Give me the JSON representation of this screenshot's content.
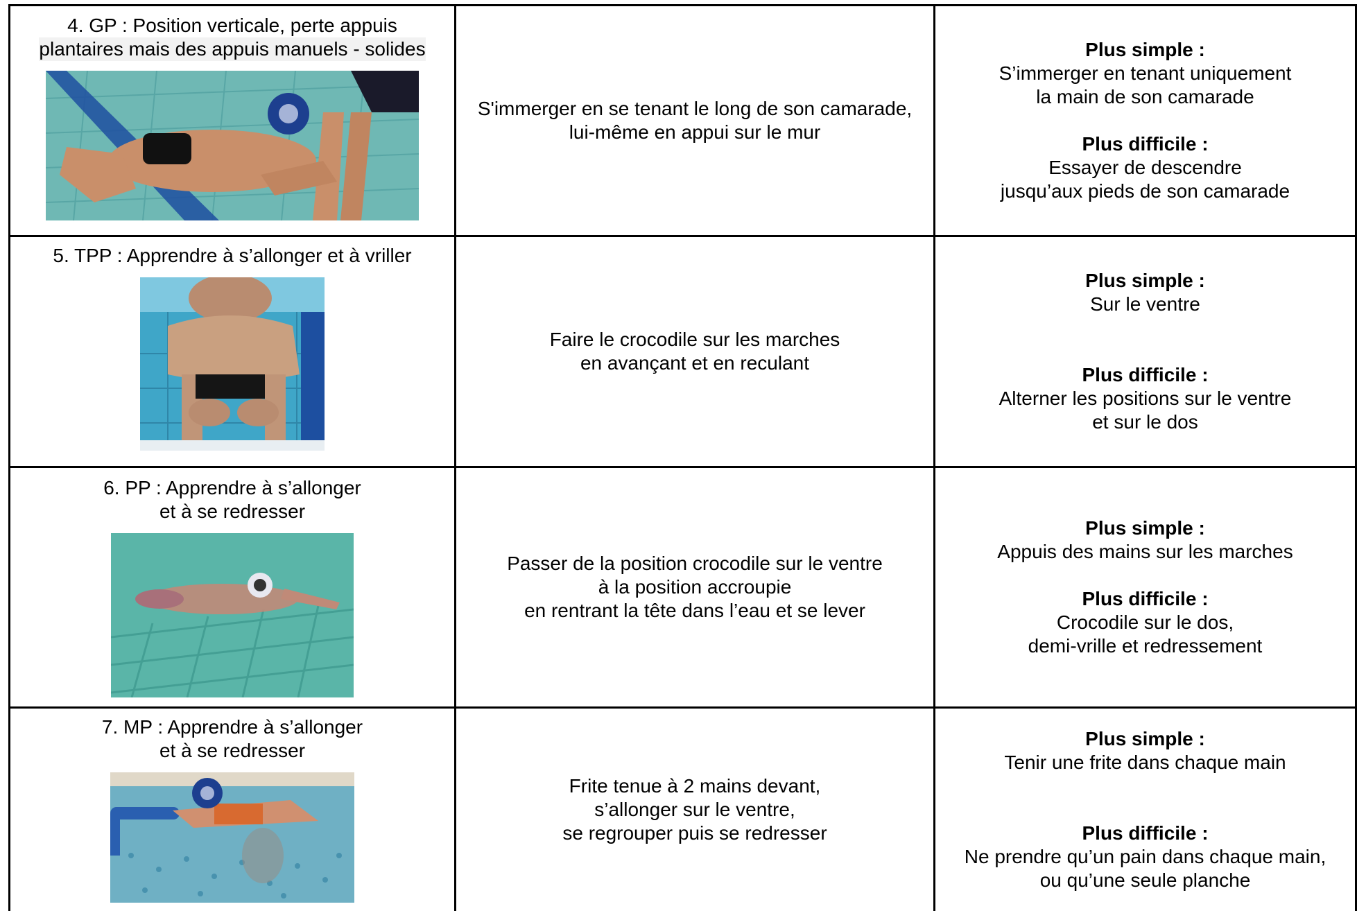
{
  "rows": [
    {
      "title": [
        "4. GP : Position verticale, perte appuis",
        "plantaires mais des appuis manuels - solides"
      ],
      "image_alt": "photo-swimmer-holding-partner-legs",
      "exercise": [
        "S'immerger en se tenant le long de son camarade,",
        "lui-même en appui sur le mur"
      ],
      "simpler_label": "Plus simple :",
      "simpler": [
        "S’immerger en tenant uniquement",
        "la main de son camarade"
      ],
      "harder_label": "Plus difficile :",
      "harder": [
        "Essayer de descendre",
        "jusqu’aux pieds de son camarade"
      ]
    },
    {
      "title": [
        "5. TPP : Apprendre à s’allonger et à vriller"
      ],
      "image_alt": "photo-swimmer-crawling-on-steps",
      "exercise": [
        "Faire le crocodile sur les marches",
        "en avançant et en reculant"
      ],
      "simpler_label": "Plus simple :",
      "simpler": [
        "Sur le ventre"
      ],
      "harder_label": "Plus difficile :",
      "harder": [
        "Alterner les positions sur le ventre",
        "et sur le dos"
      ]
    },
    {
      "title": [
        "6. PP : Apprendre à s’allonger",
        "et à se redresser"
      ],
      "image_alt": "photo-swimmer-gliding-underwater",
      "exercise": [
        "Passer de la position crocodile sur le ventre",
        "à la position accroupie",
        "en rentrant la tête dans l’eau et se lever"
      ],
      "simpler_label": "Plus simple :",
      "simpler": [
        "Appuis des mains sur les marches"
      ],
      "harder_label": "Plus difficile :",
      "harder": [
        "Crocodile sur le dos,",
        "demi-vrille et redressement"
      ]
    },
    {
      "title": [
        "7. MP : Apprendre à s’allonger",
        "et à se redresser"
      ],
      "image_alt": "photo-swimmer-with-noodle",
      "exercise": [
        "Frite tenue à 2 mains devant,",
        "s’allonger sur le ventre,",
        "se regrouper puis se redresser"
      ],
      "simpler_label": "Plus simple :",
      "simpler": [
        "Tenir une frite dans chaque main"
      ],
      "harder_label": "Plus difficile :",
      "harder": [
        "Ne prendre qu’un pain dans chaque main,",
        "ou qu’une seule planche"
      ]
    }
  ],
  "colors": {
    "border": "#000000",
    "pool_water": "#5fb3b0",
    "pool_deep": "#2f8f9a",
    "skin": "#c98f6a",
    "cap": "#1d3f8f"
  }
}
